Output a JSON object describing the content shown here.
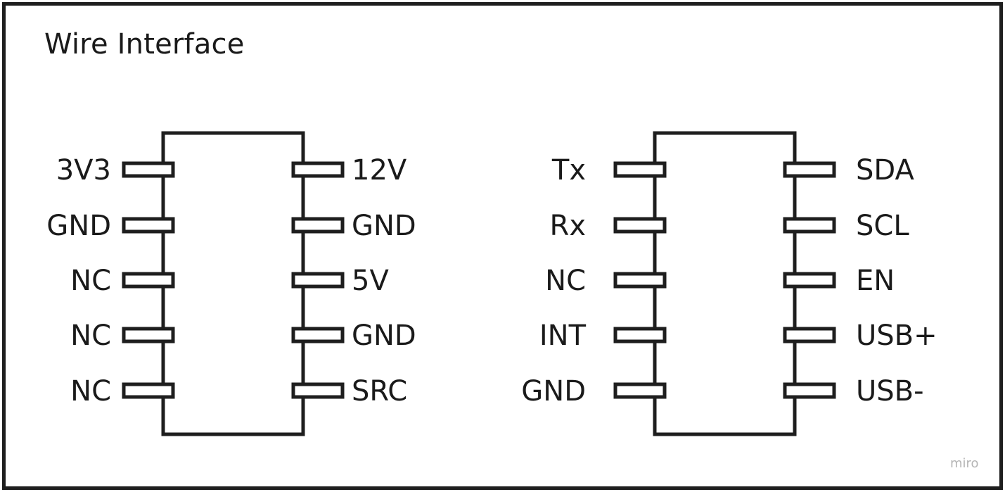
{
  "title": "Wire Interface",
  "watermark": "miro",
  "colors": {
    "stroke": "#1e1e1e",
    "text": "#1a1a1a",
    "watermark": "#b4b4b4"
  },
  "connectors": [
    {
      "name": "connector-left",
      "left_pins": [
        "3V3",
        "GND",
        "NC",
        "NC",
        "NC"
      ],
      "right_pins": [
        "12V",
        "GND",
        "5V",
        "GND",
        "SRC"
      ]
    },
    {
      "name": "connector-right",
      "left_pins": [
        "Tx",
        "Rx",
        "NC",
        "INT",
        "GND"
      ],
      "right_pins": [
        "SDA",
        "SCL",
        "EN",
        "USB+",
        "USB-"
      ]
    }
  ]
}
